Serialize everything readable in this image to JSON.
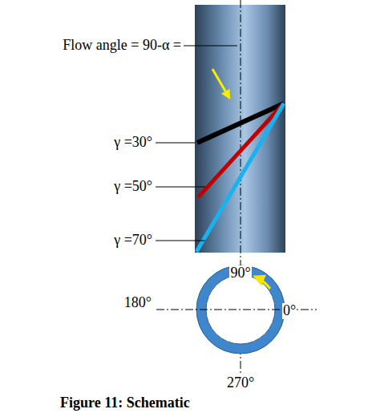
{
  "diagram": {
    "caption": "Figure 11: Schematic",
    "labels": [
      "Flow angle = 90-α =",
      "γ =30°",
      "γ =50°",
      "γ =70°",
      "90°",
      "180°",
      "0°",
      "270°"
    ]
  }
}
